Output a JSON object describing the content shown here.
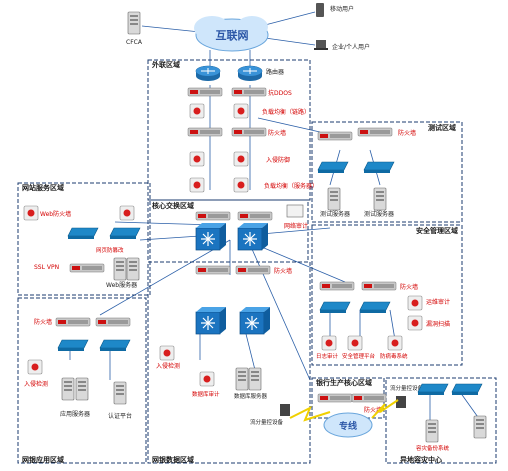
{
  "internet": {
    "label": "互联网"
  },
  "external": {
    "cfca": "CFCA",
    "mobile_user": "移动用户",
    "enterprise_user": "企业/个人用户"
  },
  "zones": {
    "dmz": "外联区域",
    "web_service": "网站服务区域",
    "core_switch": "核心交换区域",
    "test": "测试区域",
    "security_mgmt": "安全管理区域",
    "app_service": "网银应用区域",
    "data": "网银数据区域",
    "bank_core": "银行生产核心区域",
    "disaster": "异地容灾中心"
  },
  "devices": {
    "router": "路由器",
    "anti_ddos": "抗DDOS",
    "lb_link": "负载均衡（链路）",
    "firewall": "防火墙",
    "ips": "入侵防御",
    "lb_server": "负载均衡（服务器）",
    "web_firewall": "Web防火墙",
    "web_tamper": "网页防篡改",
    "ssl_vpn": "SSL VPN",
    "web_server": "Web服务器",
    "net_audit": "网络审计",
    "test_server": "测试服务器",
    "test_server_2": "测试服务器",
    "cert_audit": "运维审计",
    "vuln_scan": "漏洞扫描",
    "log_audit": "日志审计",
    "security_mgmt_platform": "安全管理平台",
    "antivirus": "防病毒系统",
    "fw_app": "防火墙",
    "ids_app": "入侵检测",
    "app_server": "应用服务器",
    "auth_platform": "认证平台",
    "ids_data": "入侵检测",
    "db_audit": "数据库审计",
    "db_server": "数据库服务器",
    "fw_data": "防火墙",
    "fw_core": "防火墙",
    "traffic_device": "流分量控设备",
    "traffic_device_2": "流分量控设备",
    "dr_system": "容灾备份系统"
  },
  "links": {
    "dedicated_line": "专线"
  }
}
